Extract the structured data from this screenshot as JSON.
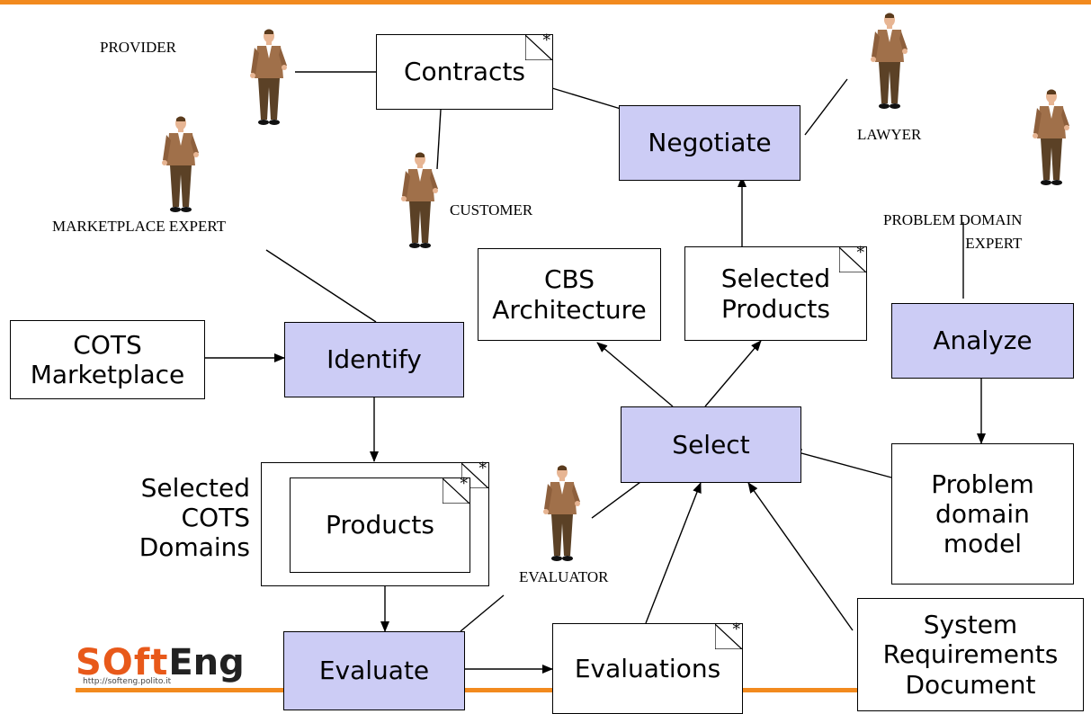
{
  "boxes": {
    "contracts": "Contracts",
    "negotiate": "Negotiate",
    "cbs_architecture": "CBS\nArchitecture",
    "selected_products": "Selected\nProducts",
    "analyze": "Analyze",
    "cots_marketplace": "COTS\nMarketplace",
    "identify": "Identify",
    "select": "Select",
    "problem_domain_model": "Problem\ndomain\nmodel",
    "products": "Products",
    "selected_cots_domains": "Selected\nCOTS\nDomains",
    "evaluate": "Evaluate",
    "evaluations": "Evaluations",
    "system_requirements": "System\nRequirements\nDocument"
  },
  "multiplicity": "*",
  "roles": {
    "provider": "PROVIDER",
    "customer": "CUSTOMER",
    "marketplace_expert": "MARKETPLACE EXPERT",
    "lawyer": "LAWYER",
    "problem_domain_expert": "PROBLEM DOMAIN\nEXPERT",
    "evaluator": "EVALUATOR"
  },
  "logo": {
    "brand_a": "SOft",
    "brand_b": "Eng",
    "url": "http://softeng.polito.it"
  },
  "colors": {
    "activity_fill": "#ccccf5",
    "accent_bar": "#f28a1e",
    "logo_orange": "#e8591a"
  }
}
